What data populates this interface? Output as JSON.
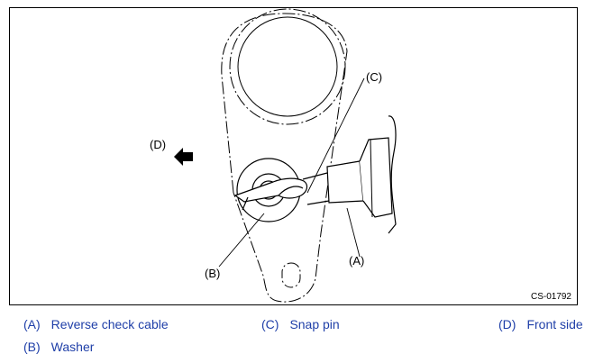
{
  "figure": {
    "callouts": {
      "A": "(A)",
      "B": "(B)",
      "C": "(C)",
      "D": "(D)"
    },
    "code": "CS-01792"
  },
  "legend": [
    {
      "key": "(A)",
      "text": "Reverse check cable"
    },
    {
      "key": "(C)",
      "text": "Snap pin"
    },
    {
      "key": "(D)",
      "text": "Front side"
    },
    {
      "key": "(B)",
      "text": "Washer"
    }
  ],
  "colors": {
    "legend_text": "#1f3fa8",
    "line": "#000000"
  }
}
